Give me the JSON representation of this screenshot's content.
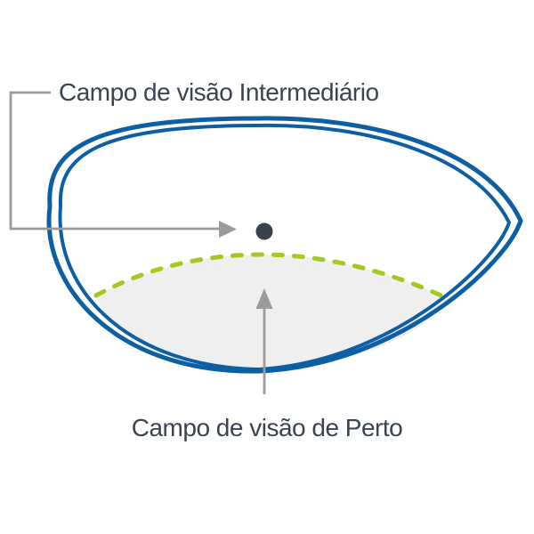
{
  "diagram": {
    "title": "progressive-lens-vision-fields",
    "labels": {
      "intermediate": "Campo de visão Intermediário",
      "near": "Campo de visão de Perto"
    },
    "colors": {
      "lens_outline": "#0d5fa4",
      "near_zone_fill": "#efefef",
      "near_zone_border": "#a5c823",
      "connector": "#9b9b9b",
      "marker_dot": "#39414b",
      "text": "#3a4450"
    },
    "icons": {
      "right_arrowhead": "right-arrowhead-icon",
      "up_arrowhead": "up-arrowhead-icon"
    }
  }
}
